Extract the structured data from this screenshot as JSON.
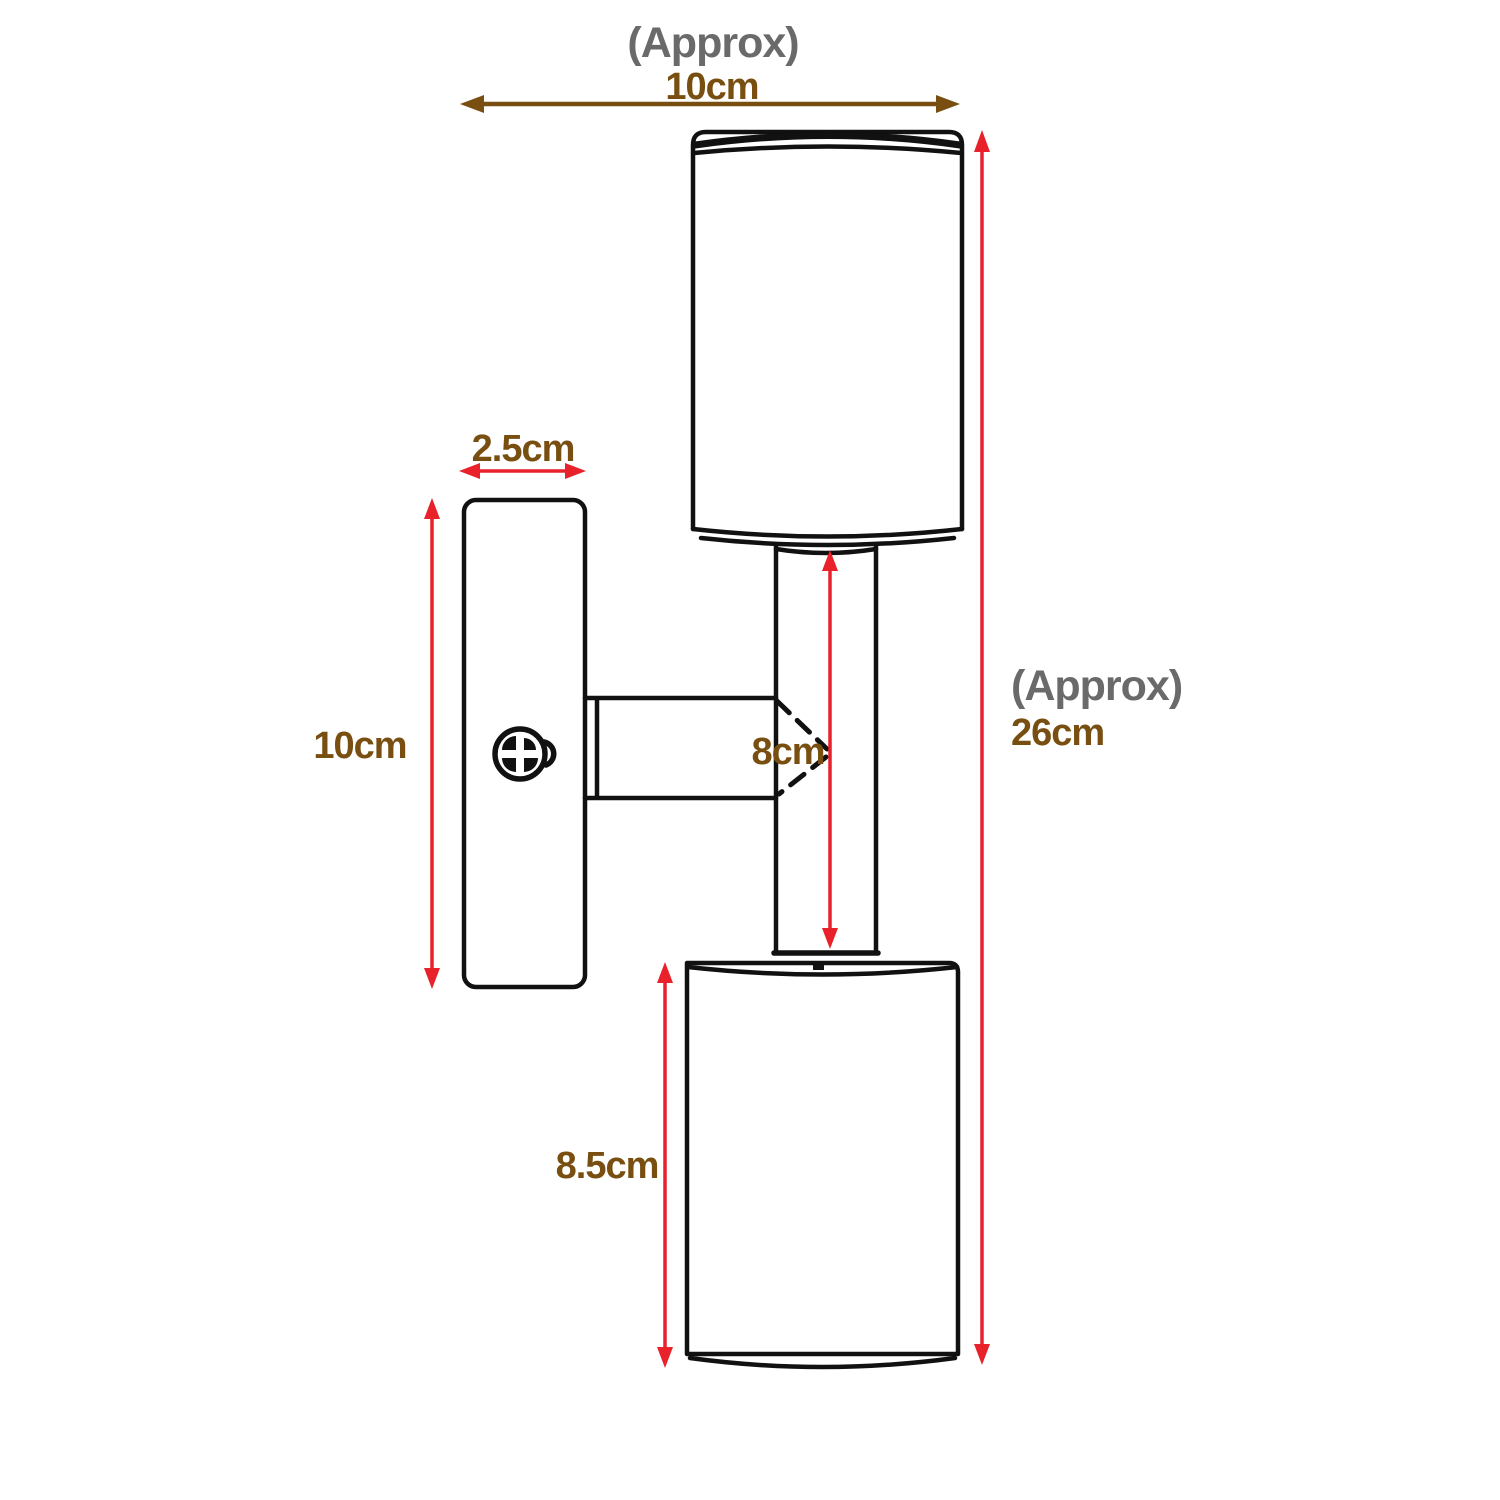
{
  "colors": {
    "dimension_red": "#e8212b",
    "label_brown": "#784f10",
    "approx_gray": "#6a6a6a",
    "line_black": "#111111"
  },
  "labels": {
    "dim_top_width": {
      "approx_label": "(Approx)",
      "value": "10cm"
    },
    "dim_overall_height": {
      "approx_label": "(Approx)",
      "value": "26cm"
    },
    "dim_backplate_depth": {
      "value": "2.5cm"
    },
    "dim_backplate_height": {
      "value": "10cm"
    },
    "dim_center_tube_height": {
      "value": "8cm"
    },
    "dim_shade_height": {
      "value": "8.5cm"
    }
  }
}
